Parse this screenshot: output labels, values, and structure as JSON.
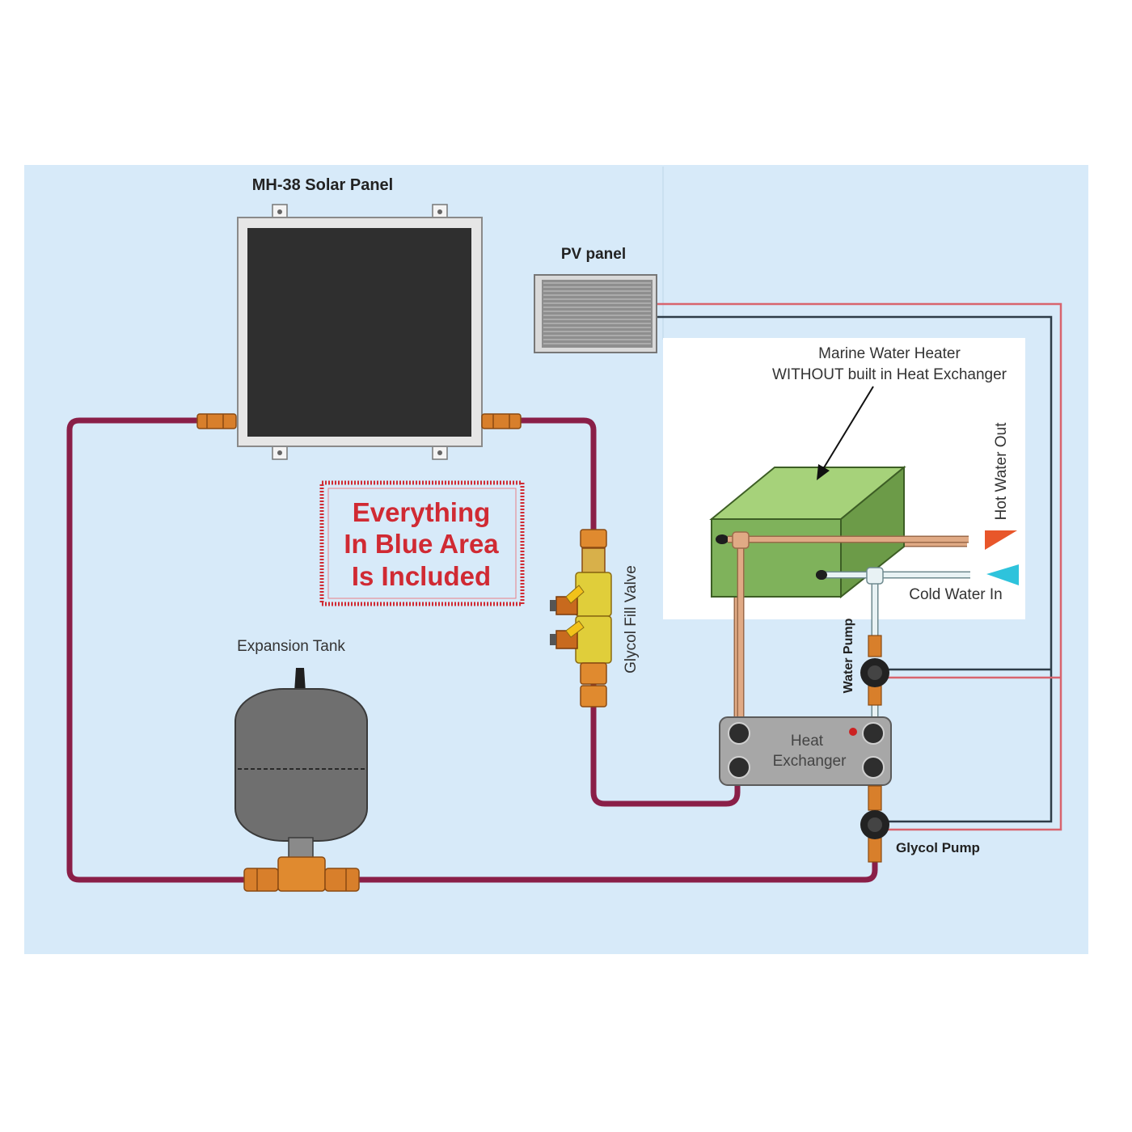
{
  "labels": {
    "solar_panel": "MH-38 Solar Panel",
    "pv_panel": "PV panel",
    "water_heater_line1": "Marine Water Heater",
    "water_heater_line2": "WITHOUT built in Heat Exchanger",
    "hot_water_out": "Hot Water Out",
    "cold_water_in": "Cold Water In",
    "water_pump": "Water Pump",
    "glycol_pump": "Glycol Pump",
    "heat_exchanger_line1": "Heat",
    "heat_exchanger_line2": "Exchanger",
    "glycol_fill_valve": "Glycol Fill Valve",
    "expansion_tank": "Expansion Tank"
  },
  "notice": {
    "line1": "Everything",
    "line2": "In Blue Area",
    "line3": "Is Included"
  },
  "colors": {
    "included_area": "#d7eaf9",
    "glycol_loop": "#8a1f48",
    "hot_water": "#e0aa85",
    "cold_water": "#e8f2f4",
    "pv_positive": "#d8646e",
    "pv_negative": "#2e3c48",
    "heater_body": "#7fb25b",
    "hot_arrow": "#e8562a",
    "cold_arrow": "#2ec3dc",
    "notice_text": "#d02a33"
  }
}
